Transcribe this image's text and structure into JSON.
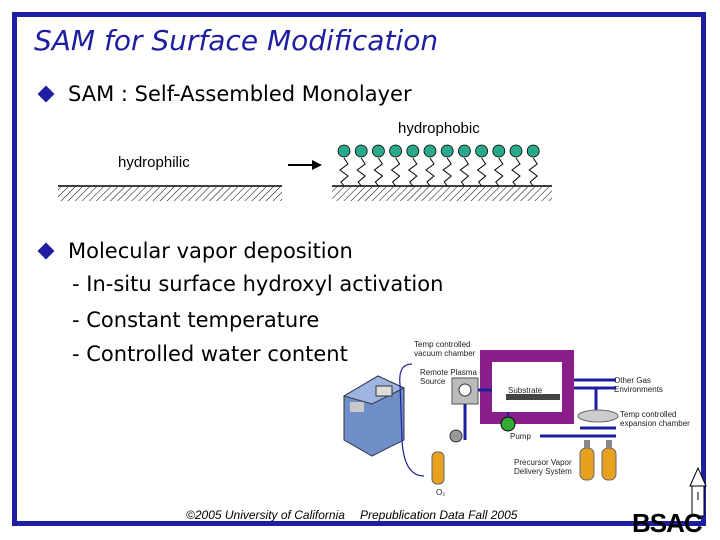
{
  "slide": {
    "title": "SAM for Surface Modification",
    "bullet1": "SAM : Self-Assembled Monolayer",
    "bullet2": "Molecular vapor deposition",
    "subitems": [
      "- In-situ surface hydroxyl activation",
      "- Constant temperature",
      "- Controlled water content"
    ]
  },
  "diagram": {
    "hydrophilic": "hydrophilic",
    "hydrophobic": "hydrophobic",
    "molecule_count": 12,
    "colors": {
      "head": "#2aa88a",
      "frame": "#1e1ea0",
      "chamber": "#8a1e8a"
    }
  },
  "equipment": {
    "temp_chamber": "Temp controlled vacuum chamber",
    "remote_plasma": "Remote Plasma Source",
    "substrate": "Substrate",
    "other_gas": "Other Gas Environments",
    "expansion": "Temp controlled expansion chamber",
    "pump": "Pump",
    "precursor": "Precursor Vapor Delivery System",
    "o2": "O₂"
  },
  "footer": {
    "copyright": "©2005 University of California",
    "note": "Prepublication Data Fall 2005",
    "logo": "BSAC"
  }
}
